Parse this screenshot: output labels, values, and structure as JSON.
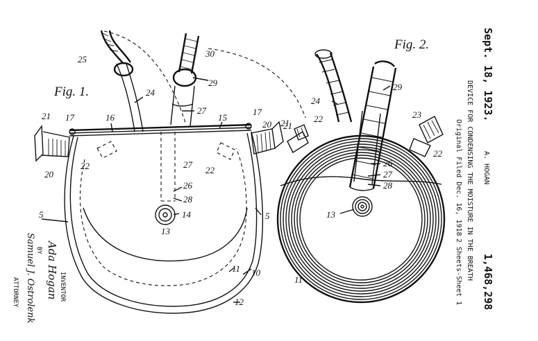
{
  "header": {
    "date": "Sept. 18, 1923.",
    "inventor": "A. HOGAN",
    "patent_number": "1,468,298",
    "title": "DEVICE FOR CONDENSING THE MOISTURE IN THE BREATH",
    "filed": "Original Filed Dec. 16, 1918",
    "sheets": "2 Sheets-Sheet 1"
  },
  "figures": {
    "fig1_label": "Fig. 1.",
    "fig2_label": "Fig. 2."
  },
  "signature": {
    "inventor_label": "INVENTOR",
    "inventor_name": "Ada Hogan",
    "by_label": "BY",
    "attorney_name": "Samuel J. Ostrolenk",
    "attorney_label": "ATTORNEY"
  },
  "fig1_refs": {
    "r25": "25",
    "r30": "30",
    "r29": "29",
    "r24": "24",
    "r27a": "27",
    "r17l": "17",
    "r17r": "17",
    "r16": "16",
    "r15": "15",
    "r21l": "21",
    "r21r": "21",
    "r20l": "20",
    "r20r": "20",
    "r22l": "22",
    "r22r": "22",
    "r27b": "27",
    "r26": "26",
    "r28": "28",
    "r14": "14",
    "r13": "13",
    "r5l": "5",
    "r5r": "5",
    "r11": "11",
    "r10": "10",
    "r12": "12"
  },
  "fig2_refs": {
    "r24": "24",
    "r29": "29",
    "r21": "21",
    "r22l": "22",
    "r23": "23",
    "r22r": "22",
    "r26": "26",
    "r27": "27",
    "r28": "28",
    "r13": "13",
    "r11": "11"
  }
}
